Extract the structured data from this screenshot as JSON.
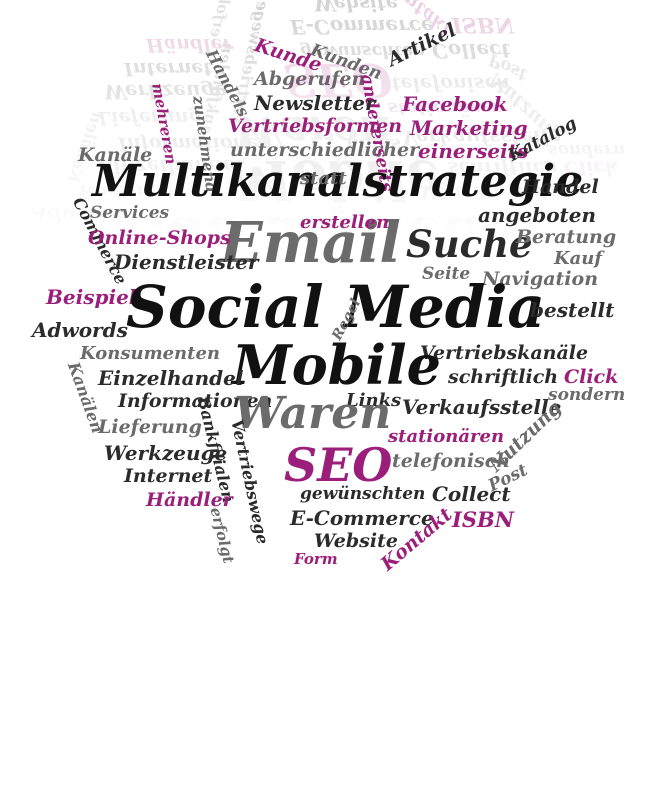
{
  "colors": {
    "dark": "#2b2b2b",
    "grey": "#6b6b6b",
    "pink": "#9b1f7a",
    "black": "#111111"
  },
  "words": {
    "kunde": "Kunde",
    "kunden": "Kunden",
    "handels": "Handels",
    "artikel": "Artikel",
    "abgerufen": "Abgerufen",
    "mehreren": "mehreren",
    "andererseits": "andererseits",
    "newsletter": "Newsletter",
    "facebook": "Facebook",
    "zunehmend": "zunehmend",
    "vertriebsformen": "Vertriebsformen",
    "marketing": "Marketing",
    "unterschiedlicher": "unterschiedlicher",
    "einerseits": "einerseits",
    "kanaele": "Kanäle",
    "katalog": "Katalog",
    "multikanalstrategie": "Multikanalstrategie",
    "statt": "statt",
    "handel": "Handel",
    "commerce": "Commerce",
    "services": "Services",
    "angeboten": "angeboten",
    "email": "Email",
    "erstellen": "erstellen",
    "suche": "Suche",
    "beratung": "Beratung",
    "online_shops": "Online-Shops",
    "kauf": "Kauf",
    "dienstleister": "Dienstleister",
    "seite": "Seite",
    "navigation": "Navigation",
    "beispiel": "Beispiel",
    "social_media": "Social Media",
    "bestellt": "bestellt",
    "adwords": "Adwords",
    "regel": "Regel",
    "konsumenten": "Konsumenten",
    "vertriebskanaele": "Vertriebskanäle",
    "mobile": "Mobile",
    "einzelhandel": "Einzelhandel",
    "schriftlich": "schriftlich",
    "click": "Click",
    "kanaelen": "Kanälen",
    "sondern": "sondern",
    "informationen": "Informationen",
    "links": "Links",
    "verkaufsstelle": "Verkaufsstelle",
    "waren": "Waren",
    "lieferung": "Lieferung",
    "bankfilialen": "Bankfilialen",
    "vertriebswege": "Vertriebswege",
    "stationaeren": "stationären",
    "nutzung": "Nutzung",
    "werkzeuge": "Werkzeuge",
    "seo": "SEO",
    "telefonisch": "telefonisch",
    "internet": "Internet",
    "post": "Post",
    "gewuenschten": "gewünschten",
    "collect": "Collect",
    "haendler": "Händler",
    "isbn": "ISBN",
    "e_commerce": "E-Commerce",
    "erfolgt": "erfolgt",
    "kontakt": "Kontakt",
    "website": "Website",
    "form": "Form"
  }
}
